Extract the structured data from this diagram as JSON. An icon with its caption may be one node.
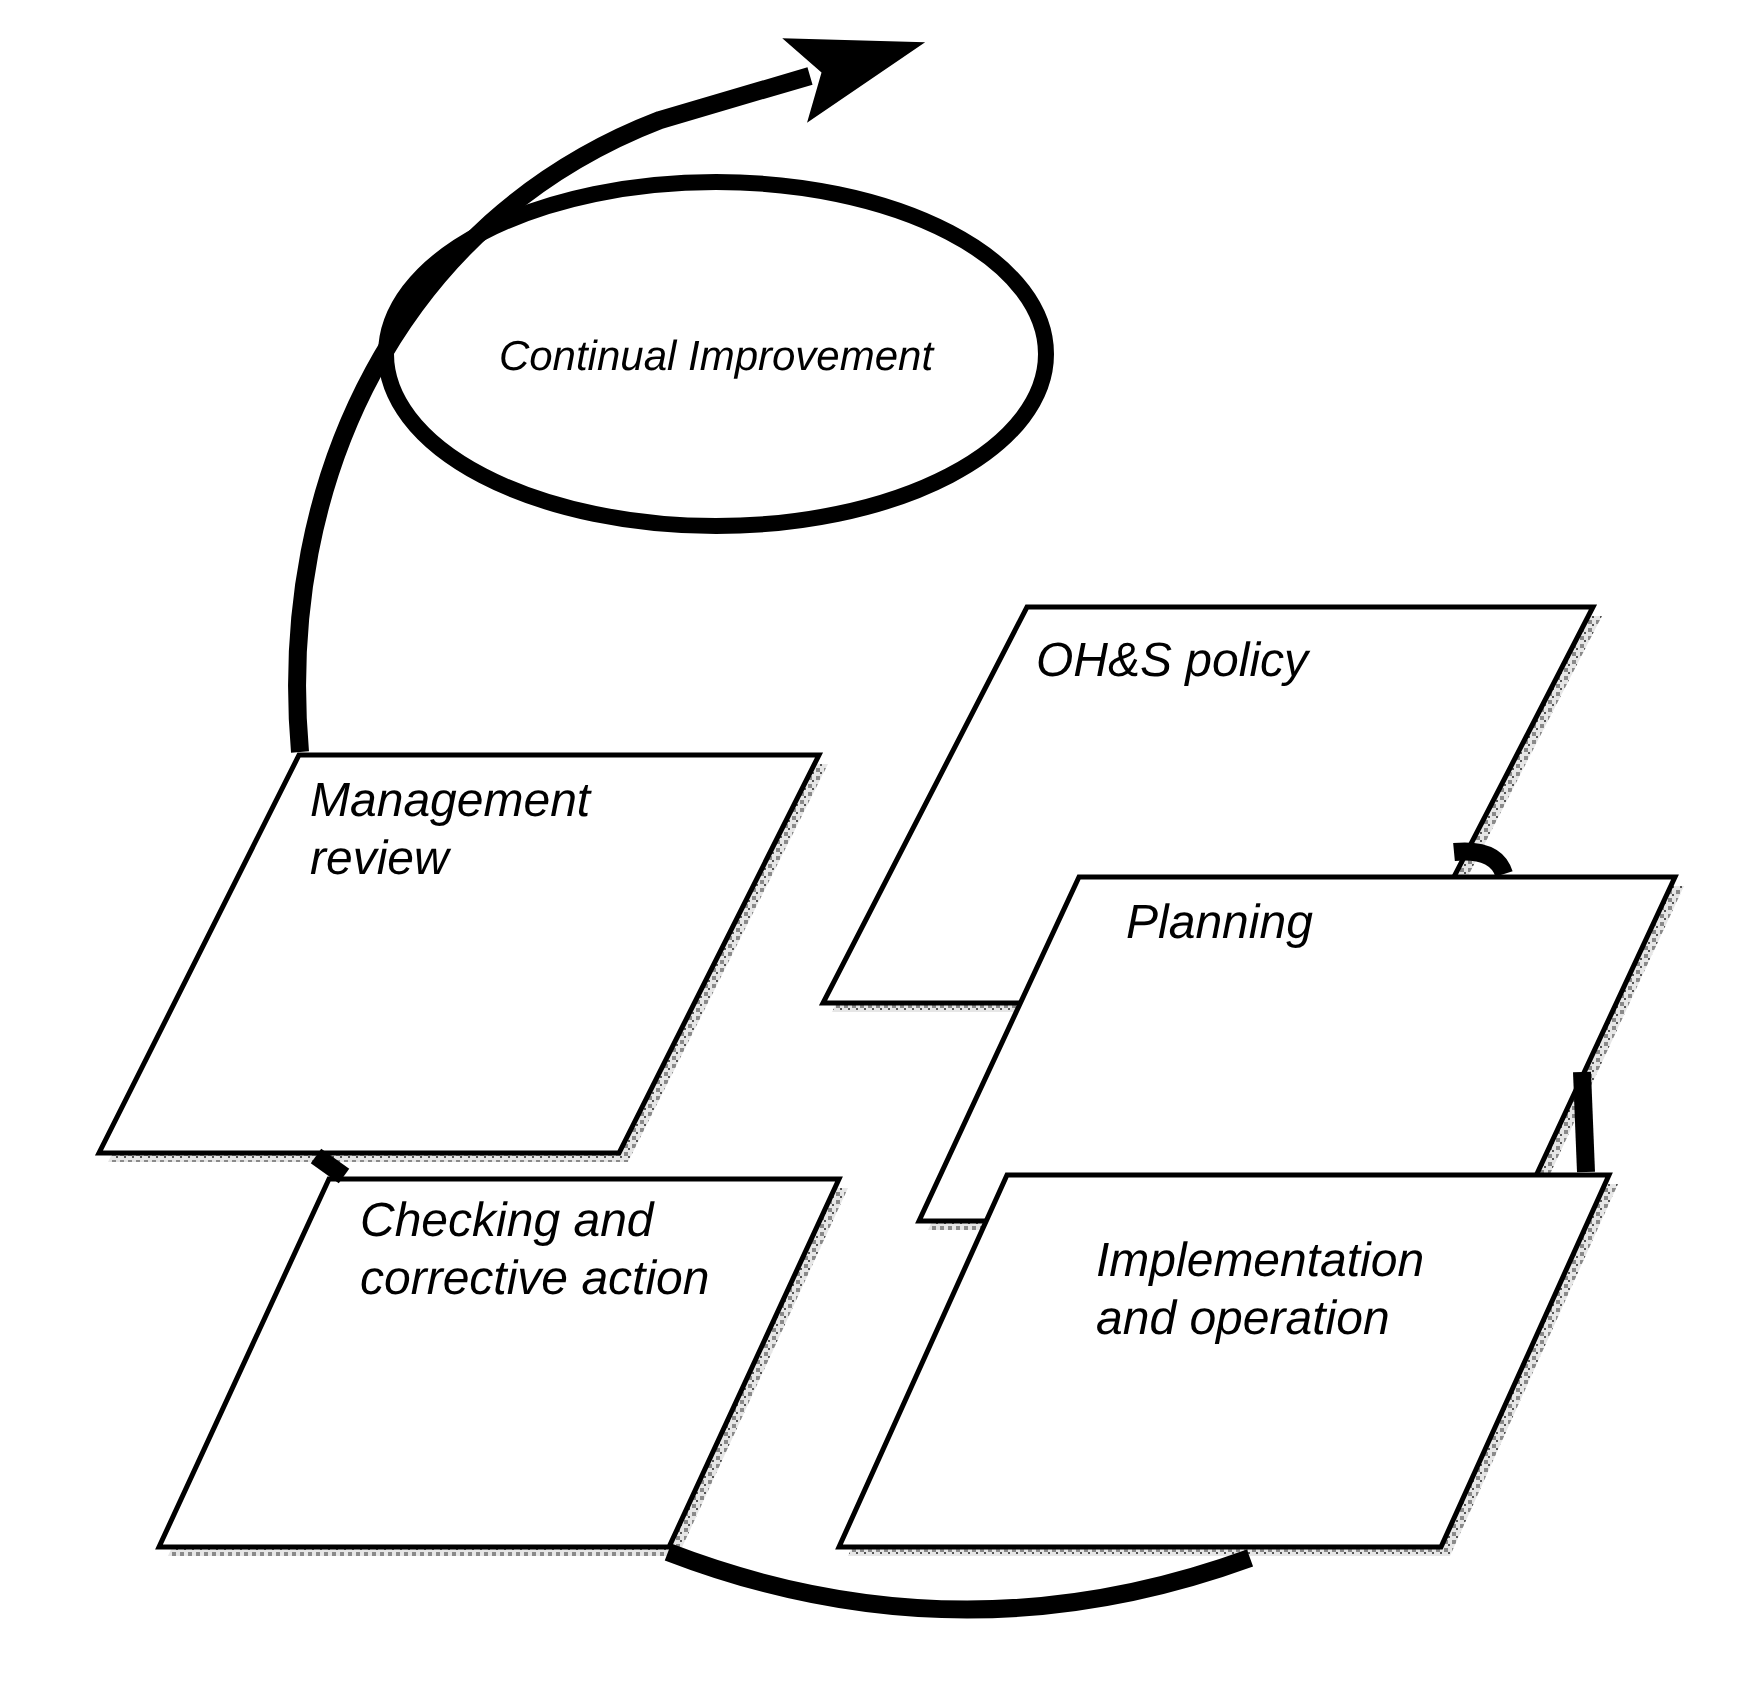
{
  "diagram": {
    "nodes": [
      {
        "text": [
          "Continual Improvement"
        ]
      },
      {
        "text": [
          "OH&S policy"
        ]
      },
      {
        "text": [
          "Planning"
        ]
      },
      {
        "text": [
          "Implementation and operation"
        ]
      },
      {
        "text": [
          "Checking and corrective action"
        ]
      },
      {
        "text": [
          "Management review"
        ]
      }
    ],
    "edges": [
      {
        "from": 1,
        "to": 2,
        "arrow": "none"
      },
      {
        "from": 2,
        "to": 3,
        "arrow": "none"
      },
      {
        "from": 3,
        "to": 4,
        "arrow": "none"
      },
      {
        "from": 4,
        "to": 5,
        "arrow": "none"
      },
      {
        "from": 5,
        "to": null,
        "arrow": "to"
      }
    ]
  }
}
